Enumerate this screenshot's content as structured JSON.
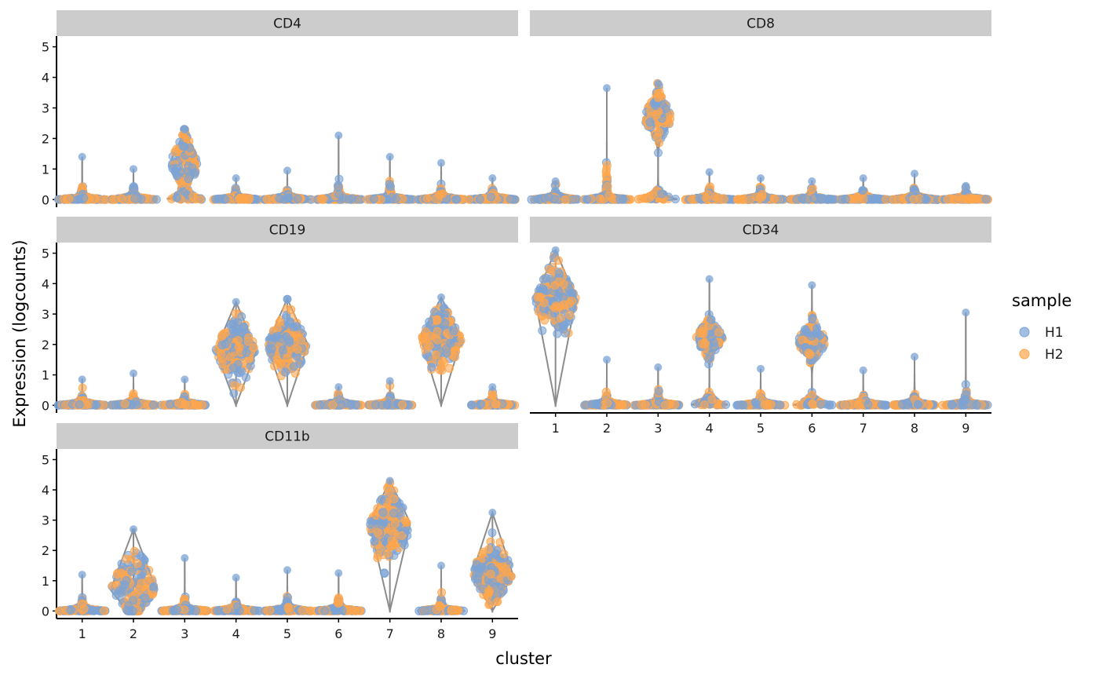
{
  "chart_data": {
    "type": "violin",
    "xlabel": "cluster",
    "ylabel": "Expression (logcounts)",
    "categories": [
      "1",
      "2",
      "3",
      "4",
      "5",
      "6",
      "7",
      "8",
      "9"
    ],
    "yticks": [
      0,
      1,
      2,
      3,
      4,
      5
    ],
    "ylim": [
      -0.25,
      5.35
    ],
    "legend": {
      "title": "sample",
      "position": "right",
      "entries": [
        {
          "name": "H1",
          "color": "#7BA3D6"
        },
        {
          "name": "H2",
          "color": "#FFA64D"
        }
      ]
    },
    "colors": {
      "strip_bg": "#CCCCCC",
      "violin_stroke": "#8C8C8C",
      "axis": "#000000"
    },
    "panels": [
      {
        "title": "CD4",
        "groups": [
          {
            "cluster": "1",
            "max": 1.4,
            "center": 0.05,
            "shape": "zero",
            "spread": 0.4
          },
          {
            "cluster": "2",
            "max": 1.0,
            "center": 0.05,
            "shape": "zero",
            "spread": 0.35
          },
          {
            "cluster": "3",
            "max": 2.3,
            "center": 1.2,
            "shape": "bimodal",
            "spread": 0.7
          },
          {
            "cluster": "4",
            "max": 0.7,
            "center": 0.05,
            "shape": "zero",
            "spread": 0.3
          },
          {
            "cluster": "5",
            "max": 0.95,
            "center": 0.05,
            "shape": "zero",
            "spread": 0.3
          },
          {
            "cluster": "6",
            "max": 2.1,
            "center": 0.2,
            "shape": "zero",
            "spread": 0.5
          },
          {
            "cluster": "7",
            "max": 1.4,
            "center": 0.3,
            "shape": "zero",
            "spread": 0.5
          },
          {
            "cluster": "8",
            "max": 1.2,
            "center": 0.05,
            "shape": "zero",
            "spread": 0.4
          },
          {
            "cluster": "9",
            "max": 0.7,
            "center": 0.05,
            "shape": "zero",
            "spread": 0.3
          }
        ]
      },
      {
        "title": "CD8",
        "groups": [
          {
            "cluster": "1",
            "max": 0.6,
            "center": 0.05,
            "shape": "zero",
            "spread": 0.3
          },
          {
            "cluster": "2",
            "max": 3.65,
            "center": 0.3,
            "shape": "zero",
            "spread": 0.8
          },
          {
            "cluster": "3",
            "max": 3.8,
            "center": 2.7,
            "shape": "bimodal",
            "spread": 0.6
          },
          {
            "cluster": "4",
            "max": 0.9,
            "center": 0.05,
            "shape": "zero",
            "spread": 0.3
          },
          {
            "cluster": "5",
            "max": 0.7,
            "center": 0.05,
            "shape": "zero",
            "spread": 0.3
          },
          {
            "cluster": "6",
            "max": 0.6,
            "center": 0.05,
            "shape": "zero",
            "spread": 0.3
          },
          {
            "cluster": "7",
            "max": 0.7,
            "center": 0.05,
            "shape": "zero",
            "spread": 0.3
          },
          {
            "cluster": "8",
            "max": 0.85,
            "center": 0.05,
            "shape": "zero",
            "spread": 0.3
          },
          {
            "cluster": "9",
            "max": 0.45,
            "center": 0.05,
            "shape": "zero",
            "spread": 0.3
          }
        ]
      },
      {
        "title": "CD19",
        "groups": [
          {
            "cluster": "1",
            "max": 0.85,
            "center": 0.05,
            "shape": "zero",
            "spread": 0.3
          },
          {
            "cluster": "2",
            "max": 1.05,
            "center": 0.05,
            "shape": "zero",
            "spread": 0.3
          },
          {
            "cluster": "3",
            "max": 0.85,
            "center": 0.05,
            "shape": "zero",
            "spread": 0.3
          },
          {
            "cluster": "4",
            "max": 3.4,
            "center": 1.8,
            "shape": "diamond",
            "spread": 0.75
          },
          {
            "cluster": "5",
            "max": 3.5,
            "center": 2.0,
            "shape": "diamond",
            "spread": 0.75
          },
          {
            "cluster": "6",
            "max": 0.6,
            "center": 0.05,
            "shape": "zero",
            "spread": 0.3
          },
          {
            "cluster": "7",
            "max": 0.8,
            "center": 0.05,
            "shape": "zero",
            "spread": 0.3
          },
          {
            "cluster": "8",
            "max": 3.55,
            "center": 2.2,
            "shape": "diamond",
            "spread": 0.75
          },
          {
            "cluster": "9",
            "max": 0.6,
            "center": 0.05,
            "shape": "zero",
            "spread": 0.3
          }
        ]
      },
      {
        "title": "CD34",
        "groups": [
          {
            "cluster": "1",
            "max": 5.1,
            "center": 3.5,
            "shape": "diamond",
            "spread": 0.8
          },
          {
            "cluster": "2",
            "max": 1.5,
            "center": 0.05,
            "shape": "zero",
            "spread": 0.35
          },
          {
            "cluster": "3",
            "max": 1.25,
            "center": 0.05,
            "shape": "zero",
            "spread": 0.4
          },
          {
            "cluster": "4",
            "max": 4.15,
            "center": 2.2,
            "shape": "bimodal",
            "spread": 0.45
          },
          {
            "cluster": "5",
            "max": 1.2,
            "center": 0.05,
            "shape": "zero",
            "spread": 0.35
          },
          {
            "cluster": "6",
            "max": 3.95,
            "center": 2.1,
            "shape": "bimodal",
            "spread": 0.5
          },
          {
            "cluster": "7",
            "max": 1.15,
            "center": 0.05,
            "shape": "zero",
            "spread": 0.3
          },
          {
            "cluster": "8",
            "max": 1.6,
            "center": 0.1,
            "shape": "zero",
            "spread": 0.45
          },
          {
            "cluster": "9",
            "max": 3.05,
            "center": 0.2,
            "shape": "zero",
            "spread": 0.5
          }
        ]
      },
      {
        "title": "CD11b",
        "groups": [
          {
            "cluster": "1",
            "max": 1.2,
            "center": 0.05,
            "shape": "zero",
            "spread": 0.4
          },
          {
            "cluster": "2",
            "max": 2.7,
            "center": 0.7,
            "shape": "wide",
            "spread": 0.9
          },
          {
            "cluster": "3",
            "max": 1.75,
            "center": 0.05,
            "shape": "zero",
            "spread": 0.4
          },
          {
            "cluster": "4",
            "max": 1.1,
            "center": 0.05,
            "shape": "zero",
            "spread": 0.35
          },
          {
            "cluster": "5",
            "max": 1.35,
            "center": 0.05,
            "shape": "zero",
            "spread": 0.35
          },
          {
            "cluster": "6",
            "max": 1.25,
            "center": 0.05,
            "shape": "zero",
            "spread": 0.35
          },
          {
            "cluster": "7",
            "max": 4.3,
            "center": 2.9,
            "shape": "diamond",
            "spread": 0.9
          },
          {
            "cluster": "8",
            "max": 1.5,
            "center": 0.1,
            "shape": "zero",
            "spread": 0.45
          },
          {
            "cluster": "9",
            "max": 3.25,
            "center": 1.2,
            "shape": "diamond",
            "spread": 0.7
          }
        ]
      }
    ]
  }
}
